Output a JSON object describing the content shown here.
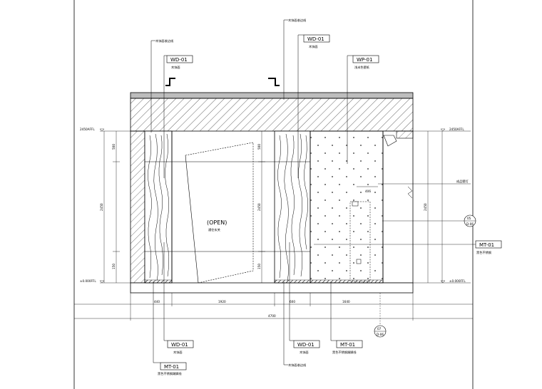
{
  "tags": {
    "wd_top_left": {
      "code": "WD-01",
      "desc": "木饰面"
    },
    "wd_top_mid": {
      "code": "WD-01",
      "desc": "木饰面"
    },
    "wp_top": {
      "code": "WP-01",
      "desc": "浅米色壁纸"
    },
    "mt_right": {
      "code": "MT-01",
      "desc": "黑色不锈钢"
    },
    "wd_bottom_left": {
      "code": "WD-01",
      "desc": "木饰面"
    },
    "mt_bottom_left": {
      "code": "MT-01",
      "desc": "黑色不锈钢踢脚线"
    },
    "wd_bottom_mid": {
      "code": "WD-01",
      "desc": "木饰面"
    },
    "mt_bottom_mid": {
      "code": "MT-01",
      "desc": "黑色不锈钢踢脚线"
    }
  },
  "notes": {
    "top_center": "木饰面收边线",
    "top_left": "木饰面收边线",
    "bottom_center": "木饰面收边线",
    "right_mid": "成品壁灯"
  },
  "door": {
    "label": "(OPEN)",
    "sublabel": "通往玄关"
  },
  "levels": {
    "left_top": "2450AFFL",
    "left_bottom": "±0.000FFL",
    "right_top": "2450AFFL",
    "right_bottom": "±0.000FFL"
  },
  "dims": {
    "left_vertical": [
      "500",
      "2450",
      "150"
    ],
    "mid_vertical": [
      "500",
      "2450",
      "150"
    ],
    "right_vertical": "2450",
    "bottom_row": [
      "440",
      "1920",
      "600",
      "1640"
    ],
    "total": "4700",
    "wall_small": "406"
  },
  "sections": {
    "right": {
      "num": "05",
      "ref": "D-06"
    },
    "bottom": {
      "num": "07",
      "ref": "D-06"
    }
  },
  "colors": {
    "line": "#000000",
    "hatch": "#000000"
  }
}
